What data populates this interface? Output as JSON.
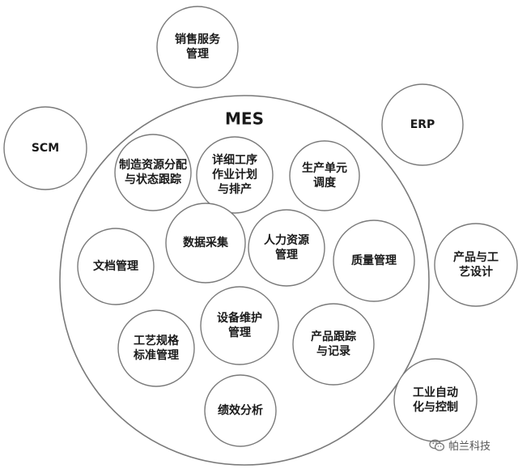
{
  "diagram": {
    "title": "MES",
    "inner_modules": [
      {
        "id": "zhizao",
        "lines": [
          "制造资源分配",
          "与状态跟踪"
        ]
      },
      {
        "id": "xiangxi",
        "lines": [
          "详细工序",
          "作业计划",
          "与排产"
        ]
      },
      {
        "id": "shengchan",
        "lines": [
          "生产单元",
          "调度"
        ]
      },
      {
        "id": "wendang",
        "lines": [
          "文档管理"
        ]
      },
      {
        "id": "shuju",
        "lines": [
          "数据采集"
        ]
      },
      {
        "id": "renli",
        "lines": [
          "人力资源",
          "管理"
        ]
      },
      {
        "id": "zhiliang",
        "lines": [
          "质量管理"
        ]
      },
      {
        "id": "shebei",
        "lines": [
          "设备维护",
          "管理"
        ]
      },
      {
        "id": "gongyi",
        "lines": [
          "工艺规格",
          "标准管理"
        ]
      },
      {
        "id": "chanpin-genzong",
        "lines": [
          "产品跟踪",
          "与记录"
        ]
      },
      {
        "id": "jixiao",
        "lines": [
          "绩效分析"
        ]
      }
    ],
    "outer_systems": [
      {
        "id": "xiaoshou",
        "lines": [
          "销售服务",
          "管理"
        ]
      },
      {
        "id": "scm",
        "lines": [
          "SCM"
        ]
      },
      {
        "id": "erp",
        "lines": [
          "ERP"
        ]
      },
      {
        "id": "chanpin-gongyi",
        "lines": [
          "产品与工",
          "艺设计"
        ]
      },
      {
        "id": "gongye",
        "lines": [
          "工业自动",
          "化与控制"
        ]
      }
    ]
  },
  "watermark": {
    "text": "帕兰科技",
    "icon": "wechat-icon"
  }
}
